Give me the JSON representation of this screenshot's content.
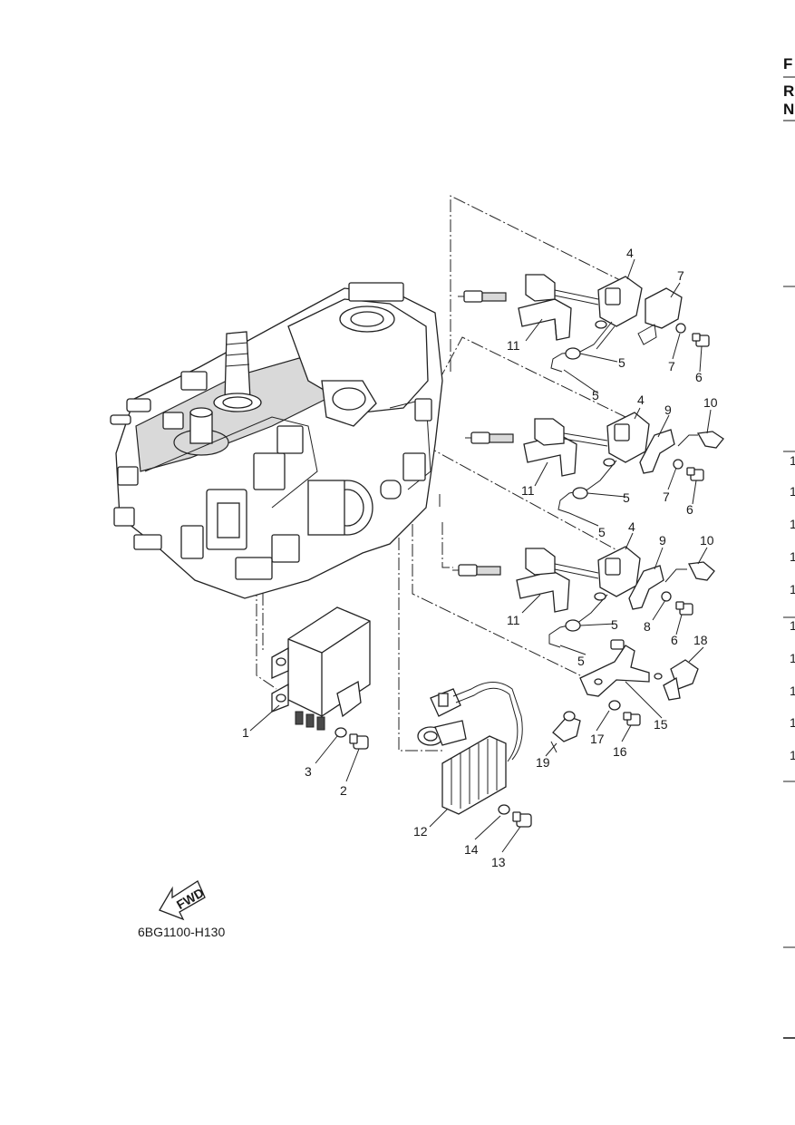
{
  "callouts": [
    "1",
    "2",
    "3",
    "4",
    "4",
    "4",
    "5",
    "5",
    "5",
    "5",
    "5",
    "5",
    "6",
    "6",
    "6",
    "7",
    "7",
    "7",
    "8",
    "9",
    "9",
    "10",
    "10",
    "11",
    "11",
    "11",
    "12",
    "13",
    "14",
    "15",
    "16",
    "17",
    "18",
    "19"
  ],
  "diagram_code": "6BG1100-H130",
  "fwd_label": "FWD",
  "edge_letters": [
    "F",
    "R",
    "N"
  ],
  "edge_numbers": [
    "1",
    "1",
    "1",
    "1",
    "1",
    "1",
    "1",
    "1",
    "1",
    "1"
  ]
}
